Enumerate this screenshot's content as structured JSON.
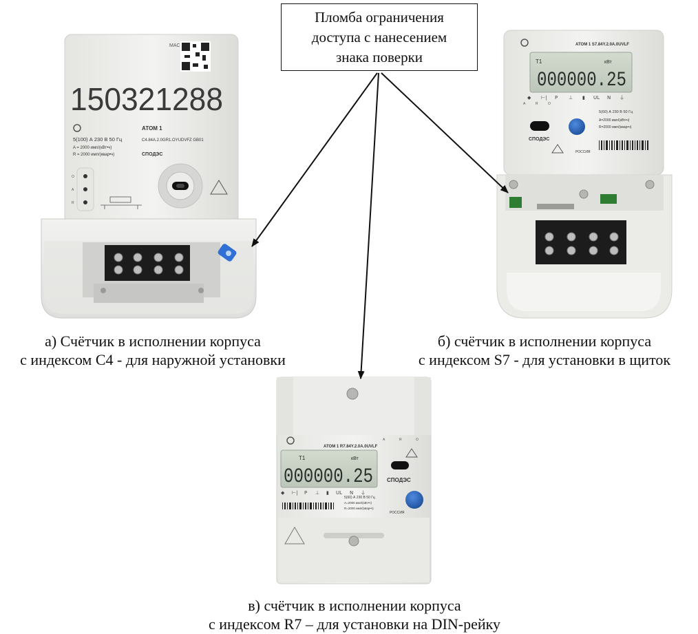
{
  "callout": {
    "lines": [
      "Пломба ограничения",
      "доступа с нанесением",
      "знака поверки"
    ]
  },
  "captions": {
    "a": [
      "а) Счётчик в исполнении корпуса",
      "с индексом С4 - для наружной установки"
    ],
    "b": [
      "б) счётчик в исполнении корпуса",
      "с индексом S7 - для установки в щиток"
    ],
    "c": [
      "в) счётчик в исполнении корпуса",
      "с индексом R7 – для установки на DIN-рейку"
    ]
  },
  "meter_c4": {
    "serial": "150321288",
    "model": "АТОМ 1",
    "rating": "5(100) А   230 В   50 Гц",
    "code": "C4.84A.2.0GR1.OYUDVFZ GB01",
    "const_a": "A = 2000 имп/(кВт•ч)",
    "const_r": "R = 2000 имп/(квар•ч)",
    "brand": "СПОДЭС",
    "mac": "MAC",
    "side_labels": [
      "O",
      "A",
      "R"
    ]
  },
  "meter_s7": {
    "model": "АТОМ 1 S7.84Y.2.0A.0UVLF",
    "tariff": "T1",
    "unit": "кВт",
    "reading": "000000.25",
    "rating": "5(60) А   230 В   50 Гц",
    "const_a": "A=2000 имп/(кВт•ч)",
    "const_r": "R=2000 имп/(квар•ч)",
    "brand": "СПОДЭС",
    "country": "РОССИЯ",
    "leds": [
      "A",
      "R",
      "O"
    ],
    "symbols": [
      "◆",
      "⊢|",
      "P",
      "⊥",
      "▮",
      "UL",
      "N",
      "⏚"
    ]
  },
  "meter_r7": {
    "model": "АТОМ 1 R7.84Y.2.0A.0UVLF",
    "tariff": "T1",
    "unit": "кВт",
    "reading": "000000.25",
    "rating": "5(60) А   230 В   50 Гц",
    "const_a": "A=2000 имп/(кВт•ч)",
    "const_r": "R=2000 имп/(квар•ч)",
    "brand": "СПОДЭС",
    "country": "РОССИЯ",
    "leds": [
      "A",
      "R",
      "O"
    ],
    "symbols": [
      "◆",
      "⊢|",
      "P",
      "⊥",
      "▮",
      "UL",
      "N",
      "⏚"
    ]
  },
  "colors": {
    "body": "#eeeeec",
    "body_shadow": "#d9d9d6",
    "lcd": "#c9d2c6",
    "lcd_text": "#2b2f2b",
    "terminal": "#1c1c1c",
    "button_blue": "#2563b8",
    "seal_blue": "#2f6fd6"
  }
}
